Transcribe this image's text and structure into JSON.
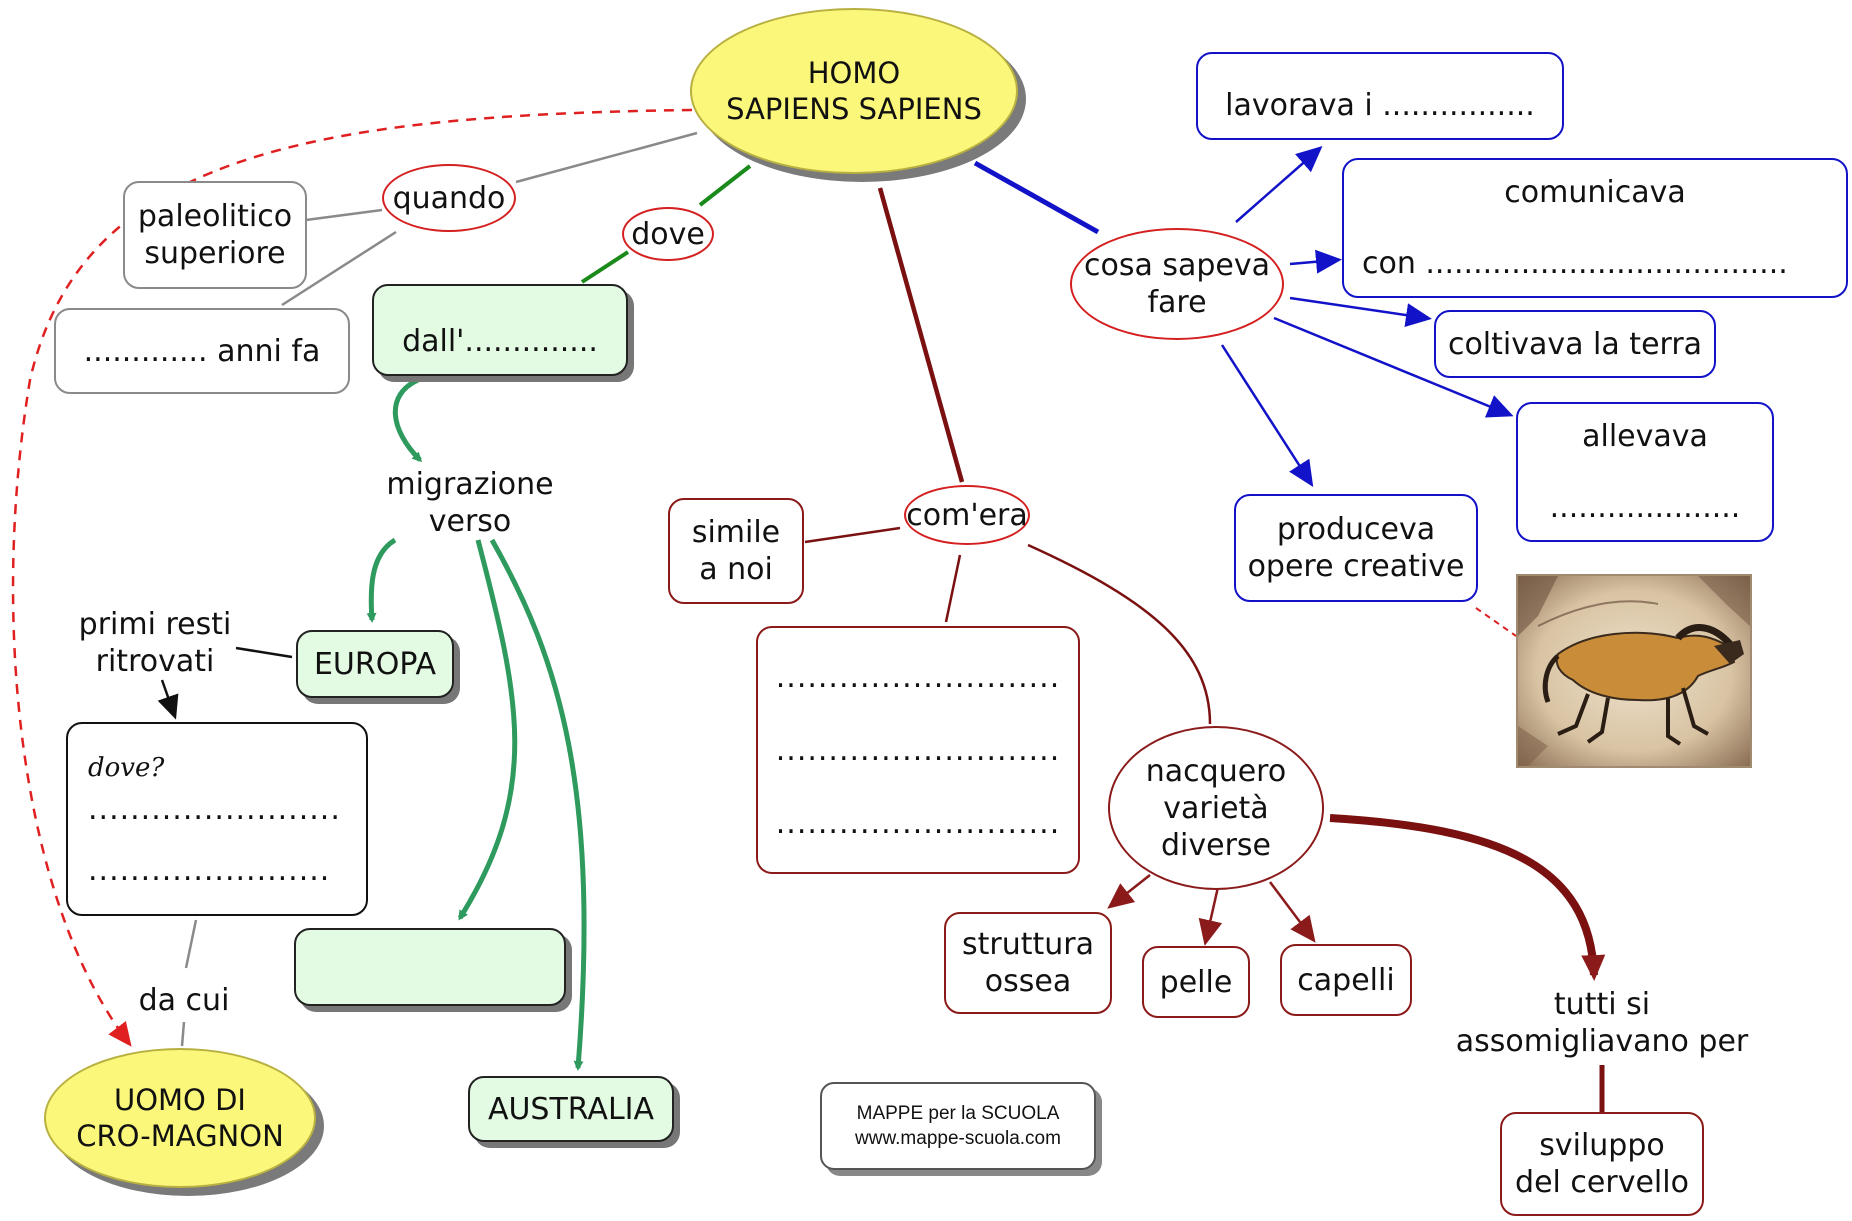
{
  "colors": {
    "yellow_fill": "#fbf77a",
    "green_fill": "#e3fbe3",
    "red": "#d42020",
    "dark_red": "#8b1a1a",
    "blue": "#1212c8",
    "green_arrow": "#2e9a5e",
    "grey": "#8a8a8a"
  },
  "nodes": {
    "main_title_line1": "HOMO",
    "main_title_line2": "SAPIENS SAPIENS",
    "quando": "quando",
    "paleolitico_line1": "paleolitico",
    "paleolitico_line2": "superiore",
    "anni_fa": "............. anni fa",
    "dove": "dove",
    "dall": "dall'..............",
    "migrazione_line1": "migrazione",
    "migrazione_line2": "verso",
    "primi_resti_line1": "primi resti",
    "primi_resti_line2": "ritrovati",
    "europa": "EUROPA",
    "dove_q": "dove?",
    "dove_dots1": "........................",
    "dove_dots2": ".......................",
    "da_cui": "da cui",
    "cromagnon_line1": "UOMO DI",
    "cromagnon_line2": "CRO-MAGNON",
    "australia": "AUSTRALIA",
    "comera": "com'era",
    "simile_line1": "simile",
    "simile_line2": "a noi",
    "desc_dots1": "...........................",
    "desc_dots2": "...........................",
    "desc_dots3": "...........................",
    "nacquero_line1": "nacquero",
    "nacquero_line2": "varietà",
    "nacquero_line3": "diverse",
    "struttura_line1": "struttura",
    "struttura_line2": "ossea",
    "pelle": "pelle",
    "capelli": "capelli",
    "tutti_line1": "tutti si",
    "tutti_line2": "assomigliavano per",
    "sviluppo_line1": "sviluppo",
    "sviluppo_line2": "del cervello",
    "cosa_line1": "cosa sapeva",
    "cosa_line2": "fare",
    "lavorava": "lavorava i ................",
    "comunicava_line1": "comunicava",
    "comunicava_line2": "con ......................................",
    "coltivava": "coltivava la terra",
    "allevava_line1": "allevava",
    "allevava_line2": "....................",
    "produceva_line1": "produceva",
    "produceva_line2": "opere creative",
    "credit_line1": "MAPPE per la SCUOLA",
    "credit_line2": "www.mappe-scuola.com"
  },
  "image": {
    "description_icon": "cave-painting-horse-image"
  }
}
